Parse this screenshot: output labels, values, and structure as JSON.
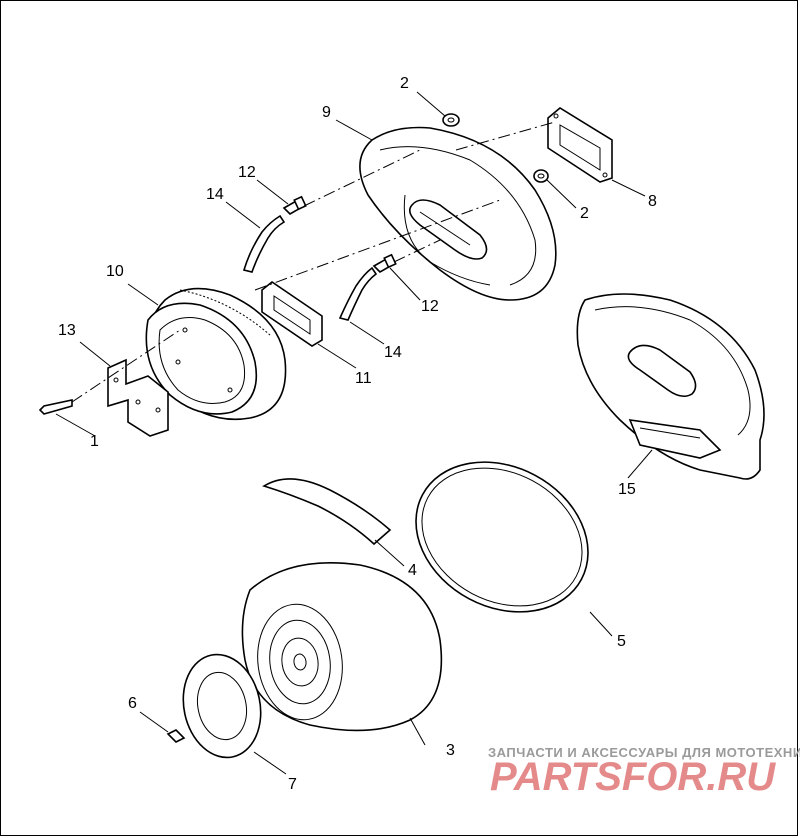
{
  "callouts": {
    "c1": "1",
    "c2a": "2",
    "c2b": "2",
    "c3": "3",
    "c4": "4",
    "c5": "5",
    "c6": "6",
    "c7": "7",
    "c8": "8",
    "c9": "9",
    "c10": "10",
    "c11": "11",
    "c12a": "12",
    "c12b": "12",
    "c13": "13",
    "c14a": "14",
    "c14b": "14",
    "c15": "15"
  },
  "watermark": {
    "tagline": "ЗАПЧАСТИ И АКСЕССУАРЫ ДЛЯ МОТОТЕХНИКИ",
    "logo": "PARTSFOR.RU"
  }
}
